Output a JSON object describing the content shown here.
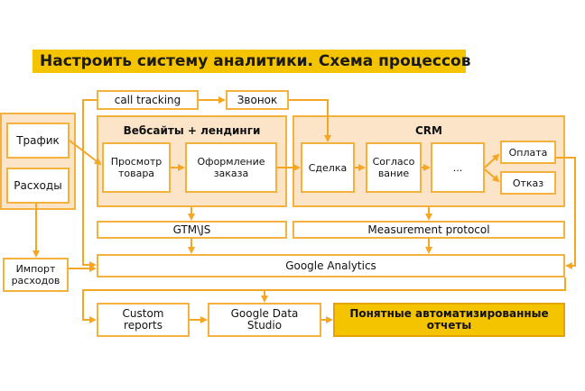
{
  "title": "Настроить систему аналитики. Схема процессов",
  "colors": {
    "accent": "#F5C400",
    "line": "#F5B13D",
    "fill": "#FCE4C8"
  },
  "nodes": {
    "traffic": "Трафик",
    "expenses": "Расходы",
    "import_line1": "Импорт",
    "import_line2": "расходов",
    "call_tracking": "call tracking",
    "call": "Звонок",
    "websites_title": "Вебсайты + лендинги",
    "view_line1": "Просмотр",
    "view_line2": "товара",
    "order_line1": "Оформление",
    "order_line2": "заказа",
    "crm_title": "CRM",
    "deal": "Сделка",
    "approval_line1": "Согласо",
    "approval_line2": "вание",
    "ellipsis": "...",
    "payment": "Оплата",
    "refusal": "Отказ",
    "gtm": "GTM\\JS",
    "measurement": "Measurement protocol",
    "ga": "Google Analytics",
    "custom_line1": "Custom",
    "custom_line2": "reports",
    "gds_line1": "Google Data",
    "gds_line2": "Studio",
    "reports_line1": "Понятные автоматизированные",
    "reports_line2": "отчеты"
  }
}
